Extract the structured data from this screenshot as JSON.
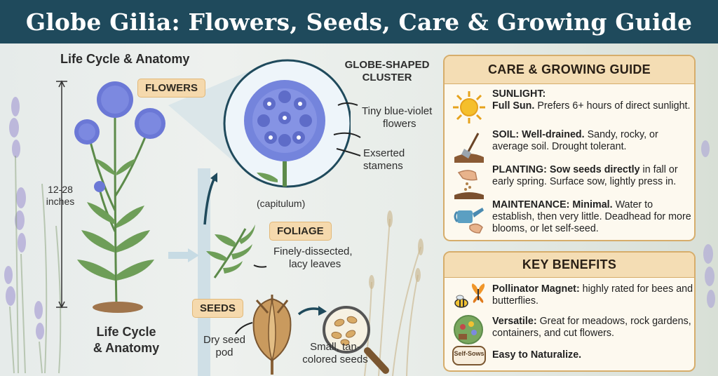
{
  "title": "Globe Gilia: Flowers, Seeds, Care & Growing Guide",
  "anatomy": {
    "heading_top": "Life Cycle & Anatomy",
    "heading_bottom_line1": "Life Cycle",
    "heading_bottom_line2": "& Anatomy",
    "height_line1": "12-28",
    "height_line2": "inches",
    "flowers_tag": "FLOWERS",
    "cluster_line1": "GLOBE-SHAPED",
    "cluster_line2": "CLUSTER",
    "tiny_line1": "Tiny blue-violet",
    "tiny_line2": "flowers",
    "stamens_line1": "Exserted",
    "stamens_line2": "stamens",
    "capitulum": "(capitulum)",
    "foliage_tag": "FOLIAGE",
    "foliage_line1": "Finely-dissected,",
    "foliage_line2": "lacy leaves",
    "seeds_tag": "SEEDS",
    "pod_line1": "Dry seed",
    "pod_line2": "pod",
    "seeds_line1": "Small, tan-",
    "seeds_line2": "colored seeds"
  },
  "care": {
    "heading": "CARE & GROWING GUIDE",
    "items": [
      {
        "icon": "sun-icon",
        "label": "SUNLIGHT:",
        "strong": "Full Sun.",
        "text": " Prefers 6+ hours of direct sunlight."
      },
      {
        "icon": "soil-shovel-icon",
        "label": "SOIL:",
        "strong": "Well-drained.",
        "text": " Sandy, rocky, or average soil. Drought tolerant."
      },
      {
        "icon": "hand-sowing-icon",
        "label": "PLANTING:",
        "strong": "Sow seeds directly",
        "text": " in fall or early spring. Surface sow, lightly press in."
      },
      {
        "icon": "watering-can-icon",
        "label": "MAINTENANCE:",
        "strong": "Minimal.",
        "text": " Water to establish, then very little. Deadhead for more blooms, or let self-seed."
      }
    ]
  },
  "benefits": {
    "heading": "KEY BENEFITS",
    "items": [
      {
        "icon": "bee-butterfly-icon",
        "strong": "Pollinator Magnet:",
        "text": " highly rated for bees and butterflies."
      },
      {
        "icon": "garden-icon",
        "strong": "Versatile:",
        "text": " Great for meadows, rock gardens, containers, and cut flowers."
      },
      {
        "icon": "self-sows-badge-icon",
        "strong": "Easy to Naturalize.",
        "text": ""
      }
    ],
    "badge_text": "Self-Sows"
  },
  "colors": {
    "banner": "#1f4a5c",
    "tag": "#f5d9ad",
    "panel_border": "#d6ad6b",
    "flower": "#6b78d6",
    "stem": "#5c8a4a"
  }
}
